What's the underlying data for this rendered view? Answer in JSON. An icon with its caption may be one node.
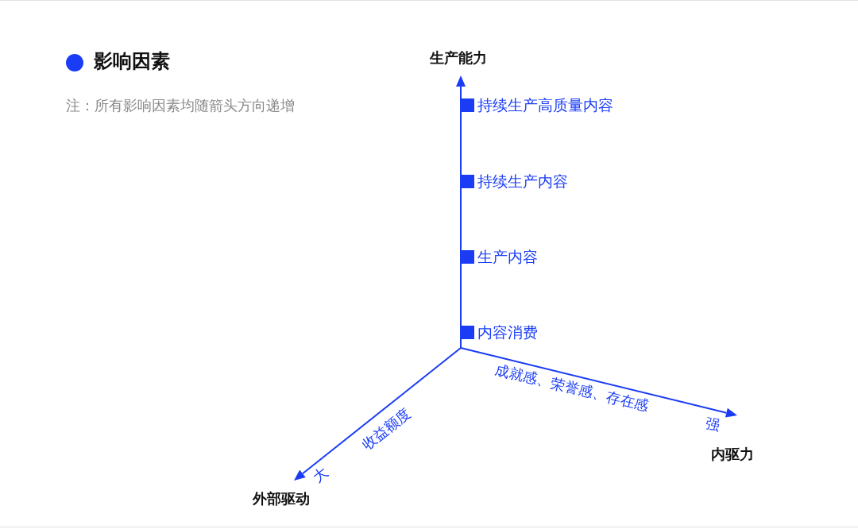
{
  "diagram": {
    "title": "影响因素",
    "labels": [
      "注：所有影响因素均随箭头方向递增",
      "生产能力",
      "持续生产高质量内容",
      "持续生产内容",
      "生产内容",
      "内容消费",
      "成就感、荣誉感、存在感",
      "收益额度",
      "强",
      "内驱力",
      "大",
      "外部驱动"
    ]
  }
}
